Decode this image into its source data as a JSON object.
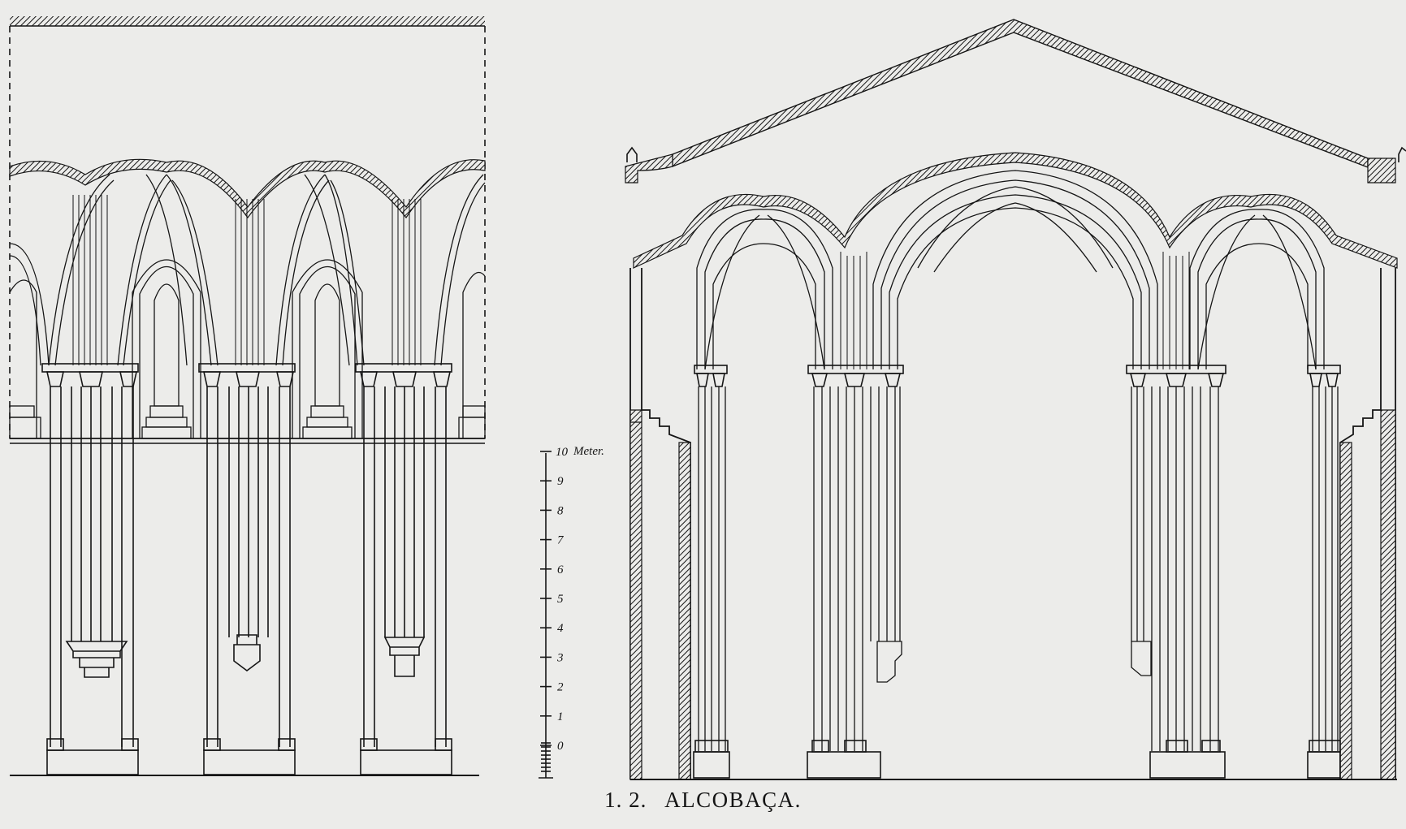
{
  "caption": {
    "number": "1. 2.",
    "label": "ALCOBAÇA."
  },
  "scale": {
    "unit": "Meter.",
    "ticks": [
      "0",
      "1",
      "2",
      "3",
      "4",
      "5",
      "6",
      "7",
      "8",
      "9",
      "10"
    ]
  },
  "colors": {
    "ink": "#151515",
    "paper": "#ececea"
  }
}
